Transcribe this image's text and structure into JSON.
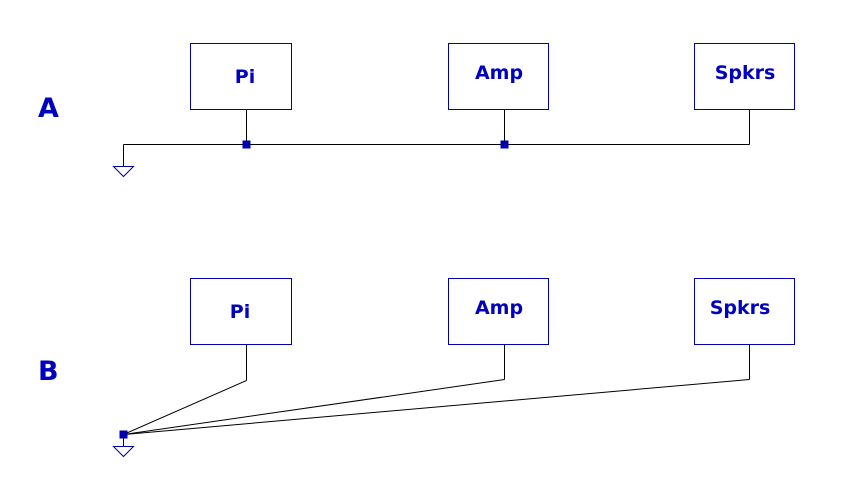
{
  "diagram": {
    "colors": {
      "component": "#0000b0",
      "label": "#0000c0",
      "wire": "#000000",
      "background": "#ffffff"
    },
    "section_a": {
      "label": "A",
      "components": [
        {
          "label": "Pi"
        },
        {
          "label": "Amp"
        },
        {
          "label": "Spkrs"
        }
      ]
    },
    "section_b": {
      "label": "B",
      "components": [
        {
          "label": "Pi"
        },
        {
          "label": "Amp"
        },
        {
          "label": "Spkrs"
        }
      ]
    }
  }
}
